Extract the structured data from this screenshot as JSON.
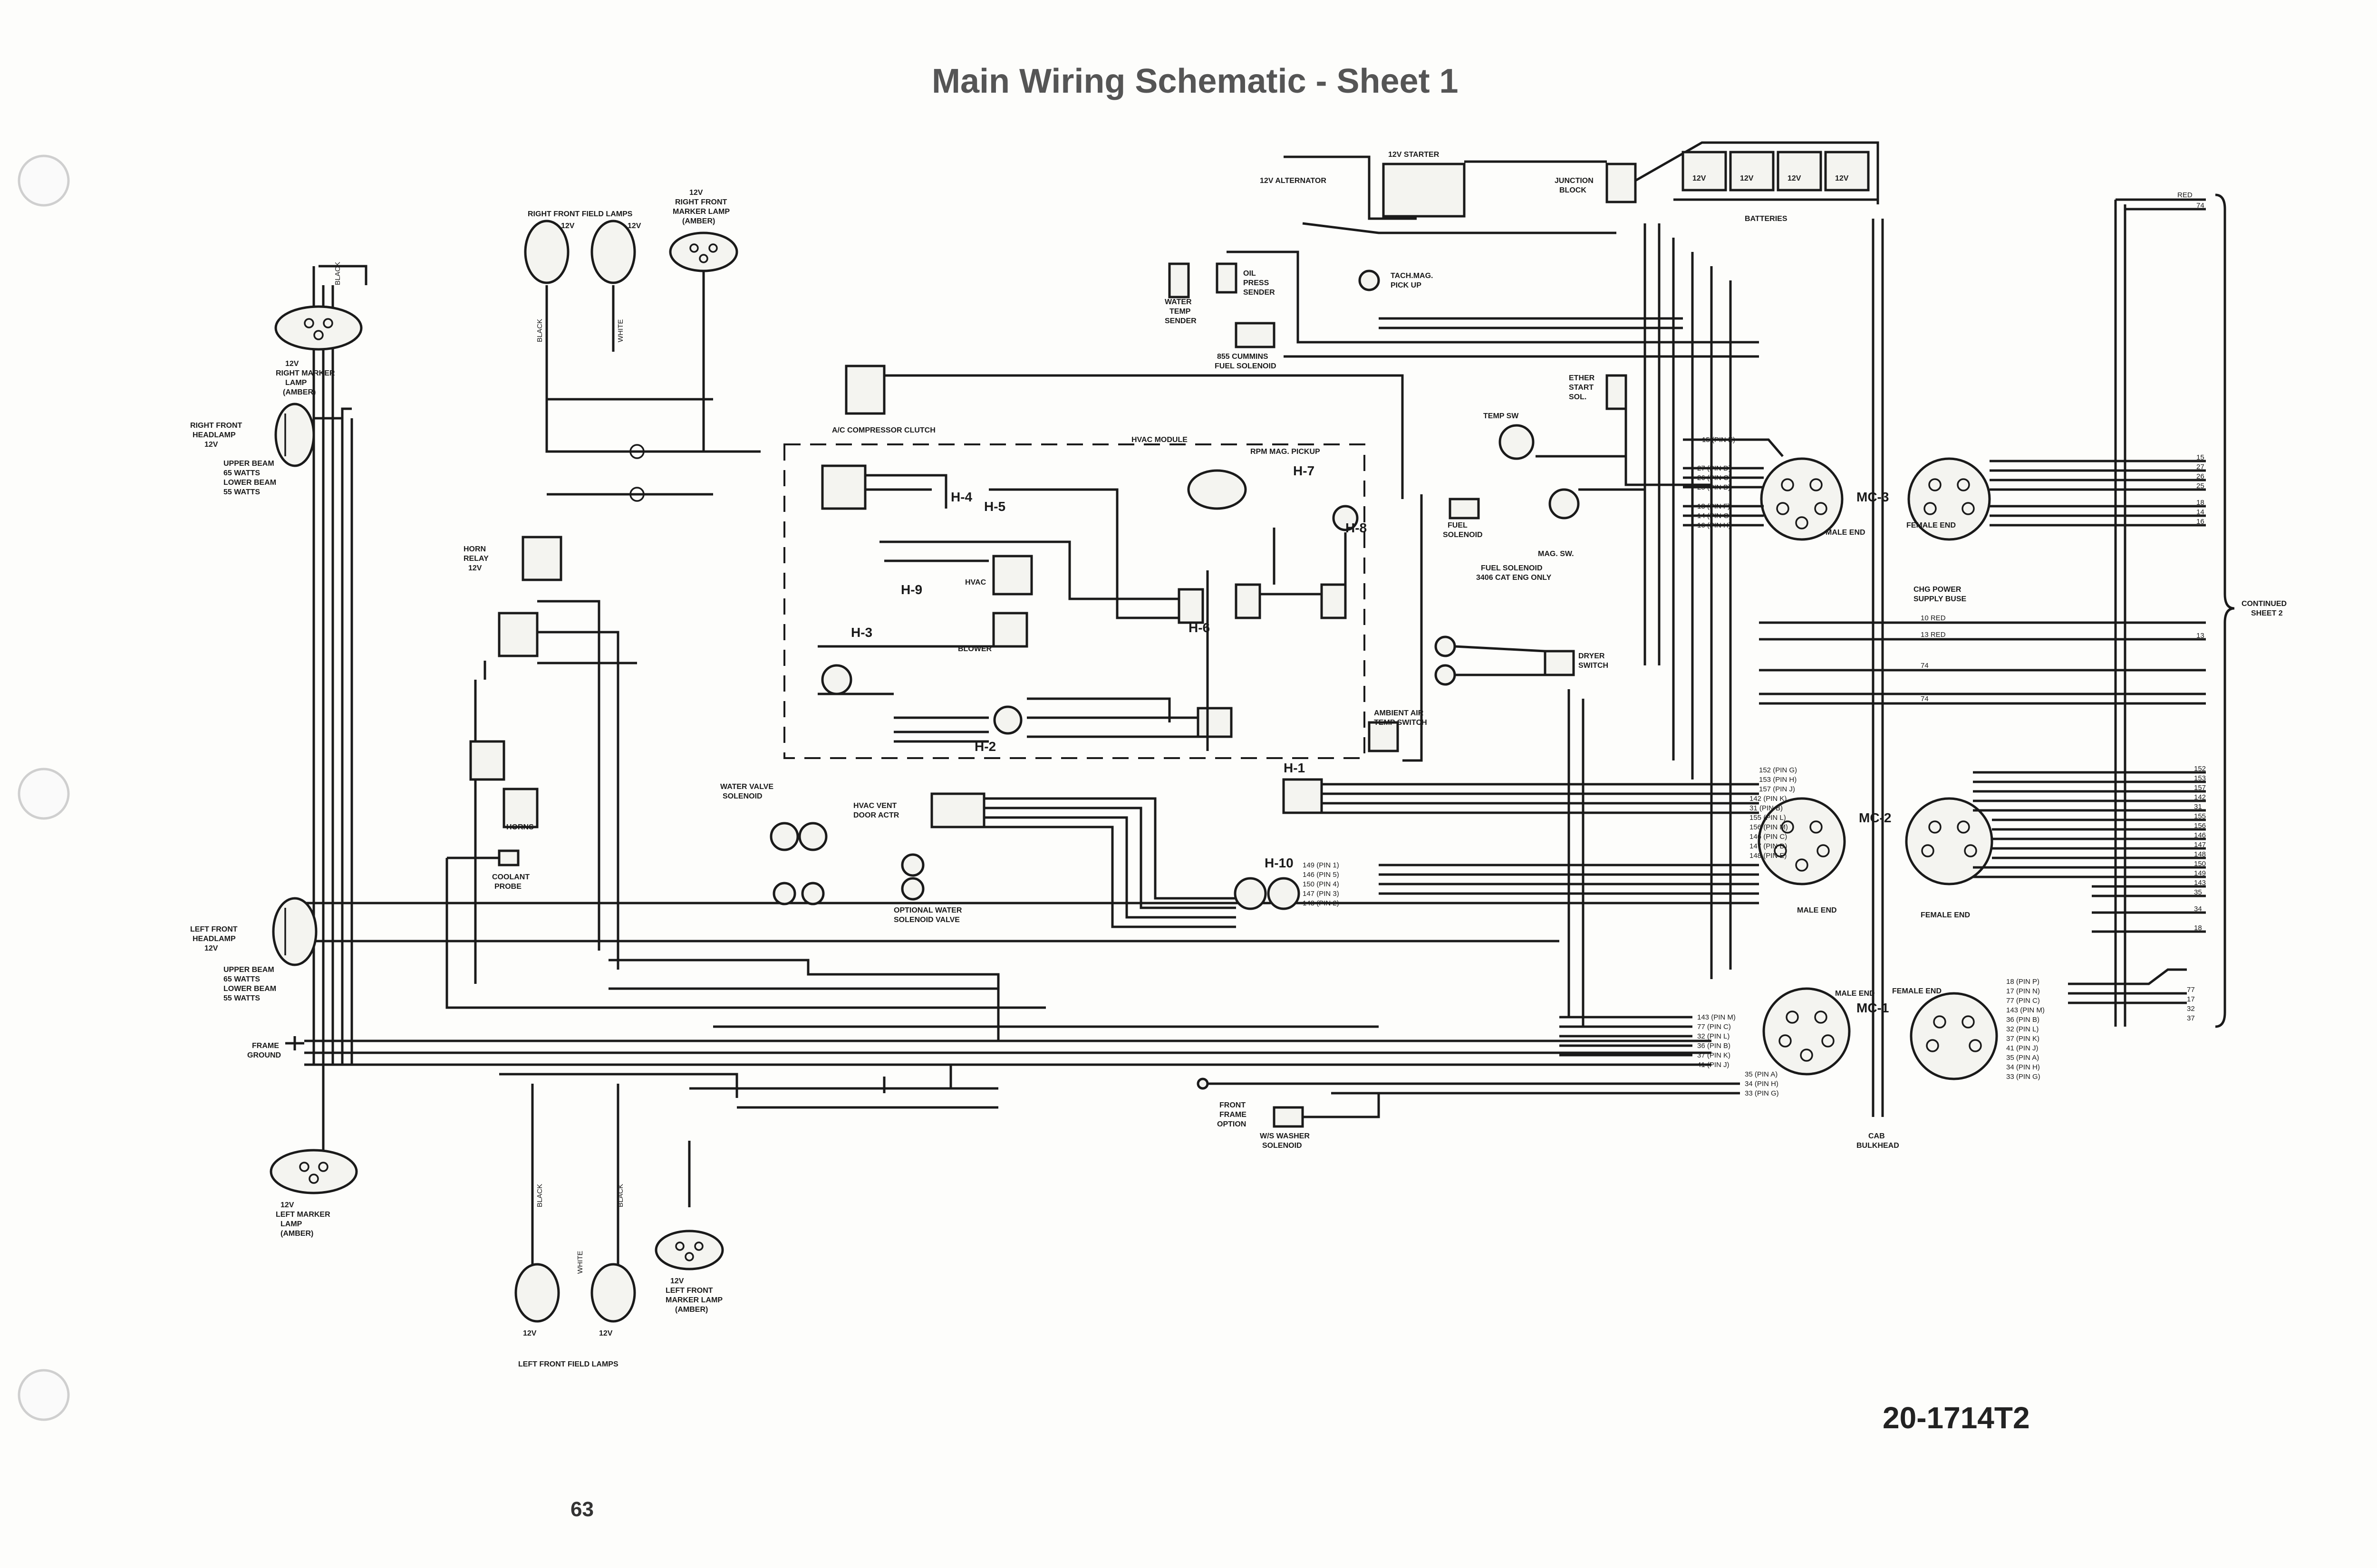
{
  "title": "Main Wiring Schematic - Sheet 1",
  "doc_number": "20-1714T2",
  "page_number": "63",
  "labels": {
    "right_marker": [
      "12V",
      "RIGHT MARKER",
      "LAMP",
      "(AMBER)"
    ],
    "right_headlamp": [
      "RIGHT FRONT",
      "HEADLAMP",
      "12V",
      "UPPER BEAM",
      "65 WATTS",
      "LOWER BEAM",
      "55 WATTS"
    ],
    "left_headlamp": [
      "LEFT FRONT",
      "HEADLAMP",
      "12V",
      "UPPER BEAM",
      "65 WATTS",
      "LOWER BEAM",
      "55 WATTS"
    ],
    "left_marker": [
      "12V",
      "LEFT MARKER",
      "LAMP",
      "(AMBER)"
    ],
    "frame_ground": [
      "FRAME",
      "GROUND"
    ],
    "rf_field_lamps": "RIGHT FRONT FIELD LAMPS",
    "rf_marker_amber": [
      "12V",
      "RIGHT FRONT",
      "MARKER LAMP",
      "(AMBER)"
    ],
    "lf_field_lamps": "LEFT FRONT FIELD LAMPS",
    "lf_marker_amber": [
      "12V",
      "LEFT FRONT",
      "MARKER LAMP",
      "(AMBER)"
    ],
    "horn_relay": [
      "HORN",
      "RELAY",
      "12V"
    ],
    "horns": "HORNS",
    "coolant_probe": [
      "COOLANT",
      "PROBE"
    ],
    "ac_clutch": "A/C COMPRESSOR CLUTCH",
    "hvac_module": "HVAC MODULE",
    "rpm_pickup": "RPM MAG. PICKUP",
    "hvac": "HVAC",
    "blower": "BLOWER",
    "ambient_switch": [
      "AMBIENT AIR",
      "TEMP SWITCH"
    ],
    "water_valve_sol": [
      "WATER VALVE",
      "SOLENOID"
    ],
    "hvac_vent_door": [
      "HVAC VENT",
      "DOOR ACTR"
    ],
    "opt_water_valve": [
      "OPTIONAL WATER",
      "SOLENOID VALVE"
    ],
    "water_temp_sender": [
      "WATER",
      "TEMP",
      "SENDER"
    ],
    "oil_press_sender": [
      "OIL",
      "PRESS",
      "SENDER"
    ],
    "cummins_fuel_sol": [
      "855 CUMMINS",
      "FUEL SOLENOID"
    ],
    "tach_pickup": [
      "TACH.MAG.",
      "PICK UP"
    ],
    "alternator": "12V ALTERNATOR",
    "starter": "12V STARTER",
    "junction_block": [
      "JUNCTION",
      "BLOCK"
    ],
    "batteries": "BATTERIES",
    "ether_start": [
      "ETHER",
      "START",
      "SOL."
    ],
    "temp_sw": "TEMP SW",
    "fuel_solenoid": [
      "FUEL",
      "SOLENOID"
    ],
    "mag_sw": "MAG. SW.",
    "cat_fuel_sol": [
      "FUEL SOLENOID",
      "3406 CAT ENG ONLY"
    ],
    "dryer_switch": [
      "DRYER",
      "SWITCH"
    ],
    "chg_power": [
      "CHG POWER",
      "SUPPLY BUSE"
    ],
    "mc3": "MC-3",
    "mc2": "MC-2",
    "mc1": "MC-1",
    "male_end": "MALE END",
    "female_end": "FEMALE END",
    "cab_bulkhead": [
      "CAB",
      "BULKHEAD"
    ],
    "continued": [
      "CONTINUED",
      "SHEET 2"
    ],
    "front_frame_option": [
      "FRONT",
      "FRAME",
      "OPTION"
    ],
    "ws_washer": [
      "W/S WASHER",
      "SOLENOID"
    ],
    "h_labels": [
      "H-1",
      "H-2",
      "H-3",
      "H-4",
      "H-5",
      "H-6",
      "H-7",
      "H-8",
      "H-9",
      "H-10"
    ],
    "v12": "12V",
    "black": "BLACK",
    "white": "WHITE",
    "red": "RED"
  },
  "mc3_pins": [
    "15 (PIN E)",
    "27 (PIN D)",
    "26 (PIN C)",
    "25 (PIN B)",
    "18 (PIN F)",
    "14 (PIN G)",
    "16 (PIN H)"
  ],
  "mc3_right": [
    "15",
    "27",
    "26",
    "25",
    "18",
    "14",
    "16"
  ],
  "mc2_pins": [
    "152 (PIN G)",
    "153 (PIN H)",
    "157 (PIN J)",
    "142 (PIN K)",
    "31 (PIN B)",
    "155 (PIN L)",
    "156 (PIN M)",
    "146 (PIN C)",
    "147 (PIN D)",
    "148 (PIN E)"
  ],
  "mc2_right": [
    "152",
    "153",
    "157",
    "142",
    "31",
    "155",
    "156",
    "146",
    "147",
    "148",
    "150",
    "149",
    "143",
    "35",
    "34",
    "18"
  ],
  "mc1_pins": [
    "143 (PIN M)",
    "77 (PIN C)",
    "32 (PIN L)",
    "36 (PIN B)",
    "37 (PIN K)",
    "41 (PIN J)",
    "35 (PIN A)",
    "34 (PIN H)",
    "33 (PIN G)"
  ],
  "mc1_right": [
    "18 (PIN P)",
    "17 (PIN N)",
    "77 (PIN C)",
    "143 (PIN M)",
    "36 (PIN B)",
    "32 (PIN L)",
    "37 (PIN K)",
    "41 (PIN J)",
    "35 (PIN A)",
    "34 (PIN H)",
    "33 (PIN G)"
  ],
  "right_bus": [
    "RED",
    "74",
    "13",
    "77",
    "17",
    "32",
    "37"
  ],
  "power_wires": [
    "10 RED",
    "13 RED",
    "74",
    "74"
  ],
  "h10_pins": [
    "149 (PIN 1)",
    "146 (PIN 5)",
    "150 (PIN 4)",
    "147 (PIN 3)",
    "148 (PIN 2)"
  ]
}
